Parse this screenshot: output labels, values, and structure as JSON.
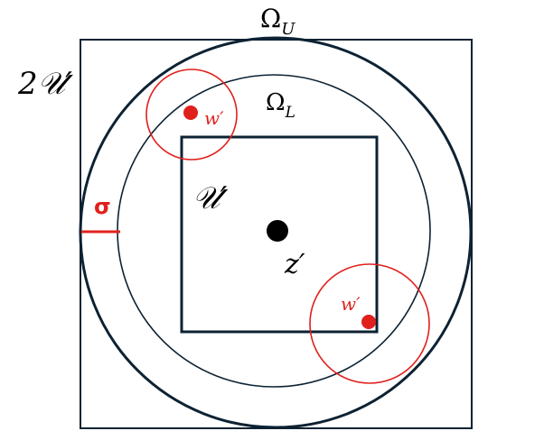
{
  "labels": {
    "omega_u": "Ω",
    "omega_u_sub": "U",
    "omega_l": "Ω",
    "omega_l_sub": "L",
    "two_u_prime": "2𝒰′",
    "u_prime": "𝒰′",
    "sigma": "σ",
    "z_prime": "z′",
    "w_prime_top": "w′",
    "w_prime_bottom": "w′"
  },
  "colors": {
    "dark": "#0d2233",
    "red": "#e0201c",
    "black": "#000000"
  }
}
